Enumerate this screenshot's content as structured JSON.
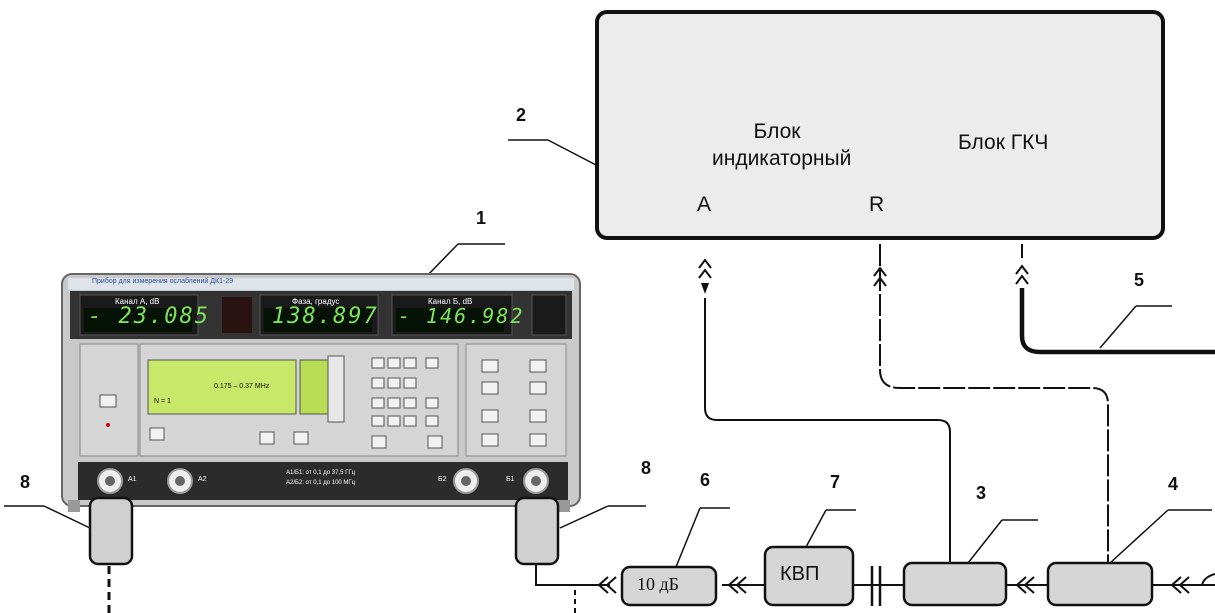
{
  "block": {
    "indicator_line1": "Блок",
    "indicator_line2": "индикаторный",
    "gkch": "Блок ГКЧ",
    "port_a": "А",
    "port_r": "R"
  },
  "callouts": [
    "1",
    "2",
    "3",
    "4",
    "5",
    "6",
    "7",
    "8",
    "8"
  ],
  "instrument": {
    "title": "Прибор для измерения ослаблений ДК1-29",
    "channel_a_label": "Канал А, dB",
    "phase_label": "Фаза, градус",
    "channel_b_label": "Канал Б, dB",
    "channel_a_value": "- 23.085",
    "phase_value": "138.897",
    "channel_b_value": "- 146.982",
    "range": "0.175 – 0.37 MHz",
    "n": "N = 1",
    "port_a1": "А1",
    "port_a2": "А2",
    "port_b2": "Б2",
    "port_b1": "Б1",
    "freq_line1": "А1/Б1: от 0,1 до 37,5 ГГц",
    "freq_line2": "А2/Б2: от 0,1 до 100 МГц"
  },
  "components": {
    "attenuator": "10 дБ",
    "kvp": "КВП"
  }
}
